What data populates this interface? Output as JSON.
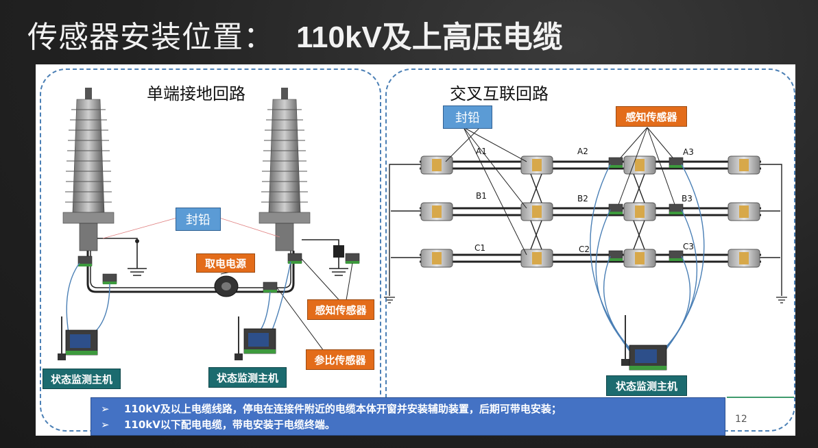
{
  "title": {
    "light": "传感器安装位置：",
    "bold": "110kV及上高压电缆"
  },
  "left": {
    "title": "单端接地回路",
    "seal": "封铅",
    "power": "取电电源",
    "sensor": "感知传感器",
    "ref_sensor": "参比传感器",
    "host1": "状态监测主机",
    "host2": "状态监测主机"
  },
  "right": {
    "title": "交叉互联回路",
    "seal": "封铅",
    "sensor": "感知传感器",
    "host": "状态监测主机",
    "labels": {
      "A1": "A1",
      "A2": "A2",
      "A3": "A3",
      "B1": "B1",
      "B2": "B2",
      "B3": "B3",
      "C1": "C1",
      "C2": "C2",
      "C3": "C3"
    }
  },
  "notes": [
    {
      "bullet": "➢",
      "text": "110kV及以上电缆线路，停电在连接件附近的电缆本体开窗并安装辅助装置，后期可带电安装；"
    },
    {
      "bullet": "➢",
      "text": "110kV以下配电电缆，带电安装于电缆终端。"
    }
  ],
  "page_number": "12",
  "colors": {
    "seal_tag": "#5b9bd5",
    "sensor_tag": "#e36c1a",
    "host_tag": "#1c6b6f",
    "zone_border": "#4a7fb5",
    "note_bg": "#4472c4"
  }
}
